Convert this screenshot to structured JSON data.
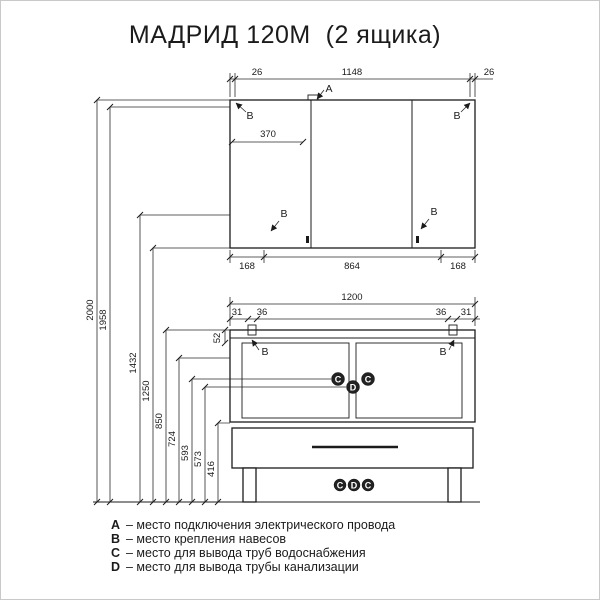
{
  "title": "МАДРИД 120М  (2 ящика)",
  "mirror_cabinet": {
    "dim_top_left": "26",
    "dim_top_center": "1148",
    "dim_top_right": "26",
    "dim_door_width": "370",
    "dim_bottom_left": "168",
    "dim_bottom_center": "864",
    "dim_bottom_right": "168",
    "label_a": "A",
    "label_b": "B"
  },
  "vanity": {
    "dim_width": "1200",
    "dim_left_offset_1": "31",
    "dim_left_offset_2": "36",
    "dim_right_offset_1": "36",
    "dim_right_offset_2": "31",
    "dim_hinge_drop": "52",
    "label_b": "B",
    "marker_c": "C",
    "marker_d": "D"
  },
  "heights": [
    "2000",
    "1958",
    "1432",
    "1250",
    "850",
    "724",
    "593",
    "573",
    "416"
  ],
  "legend": {
    "items": [
      {
        "key": "A",
        "text": "– место подключения электрического провода"
      },
      {
        "key": "B",
        "text": "– место крепления навесов"
      },
      {
        "key": "C",
        "text": "– место для вывода труб водоснабжения"
      },
      {
        "key": "D",
        "text": "– место для вывода трубы канализации"
      }
    ]
  }
}
